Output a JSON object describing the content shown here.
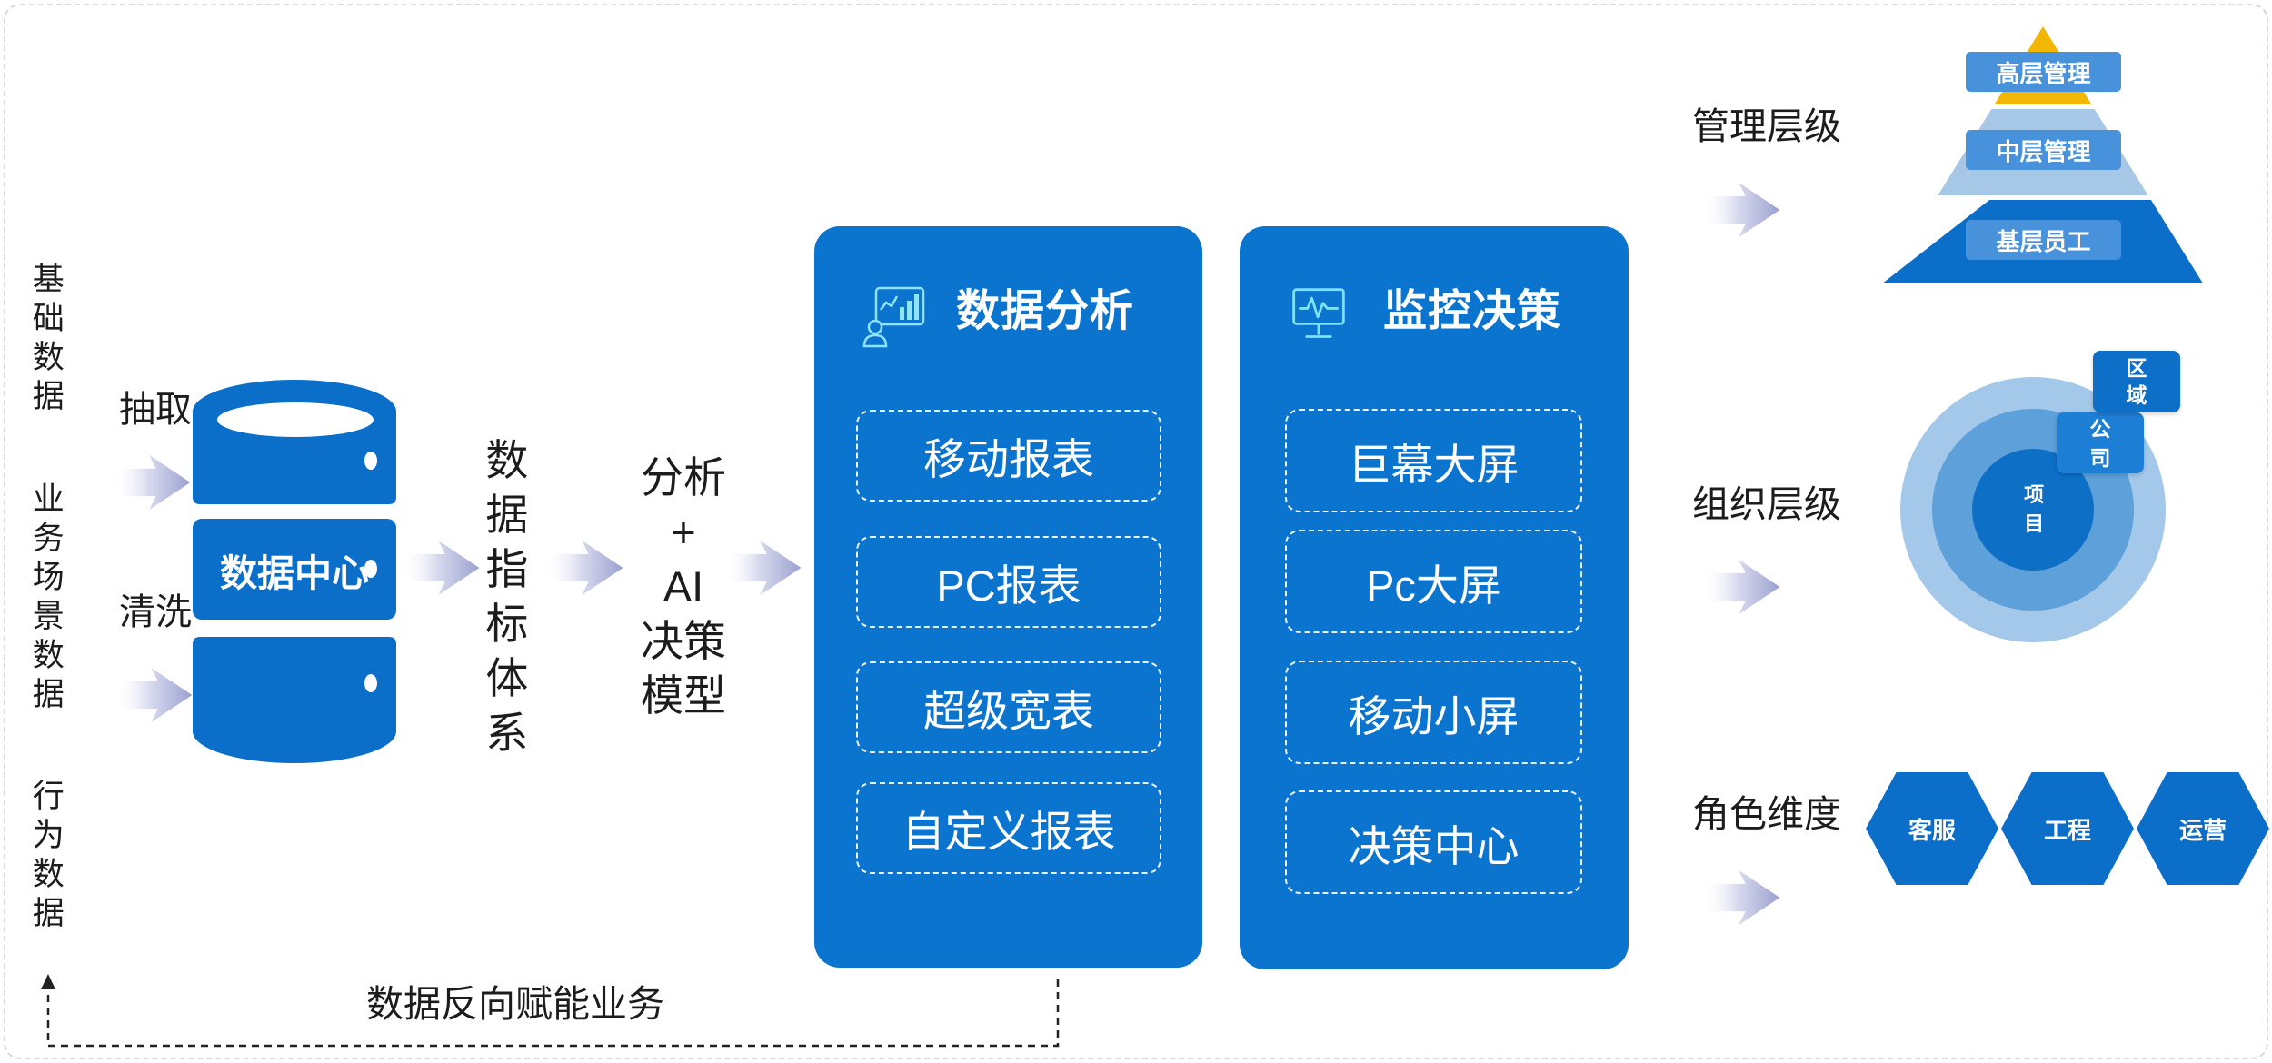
{
  "sources": [
    "基础数据",
    "业务场景数据",
    "行为数据"
  ],
  "steps": {
    "extract": "抽取",
    "clean": "清洗"
  },
  "data_center": "数据中心",
  "metric_system": "数据指标体系",
  "model_lines": [
    "分析",
    "+",
    "AI",
    "决策",
    "模型"
  ],
  "panels": [
    {
      "title": "数据分析",
      "icon": "analytics-dashboard-icon",
      "items": [
        "移动报表",
        "PC报表",
        "超级宽表",
        "自定义报表"
      ]
    },
    {
      "title": "监控决策",
      "icon": "monitor-pulse-icon",
      "items": [
        "巨幕大屏",
        "Pc大屏",
        "移动小屏",
        "决策中心"
      ]
    }
  ],
  "feedback_label": "数据反向赋能业务",
  "management": {
    "label": "管理层级",
    "levels": [
      "高层管理",
      "中层管理",
      "基层员工"
    ]
  },
  "organization": {
    "label": "组织层级",
    "levels": [
      "项目",
      "公司",
      "区域"
    ]
  },
  "roles": {
    "label": "角色维度",
    "items": [
      "客服",
      "工程",
      "运营"
    ]
  },
  "colors": {
    "primary_blue": "#0b6fc9",
    "panel_blue": "#0b74cf",
    "pyramid_top": "#f2b705",
    "pyramid_middle": "#a7c7e7",
    "label_box_blue": "#4792db",
    "ring_outer": "#a4c8ea",
    "ring_middle": "#5da0da",
    "arrow": "#9aa0cf",
    "icon_cyan": "#8ee3ff"
  }
}
